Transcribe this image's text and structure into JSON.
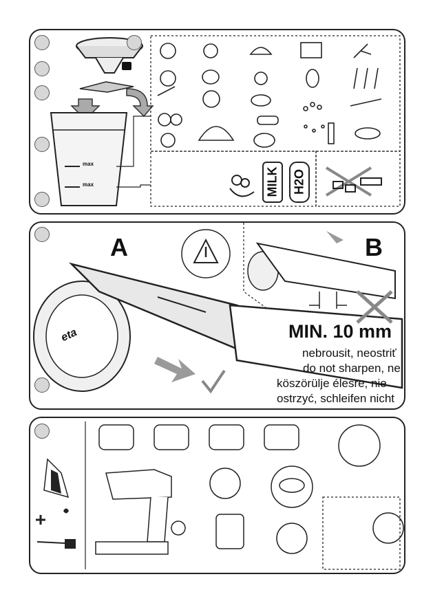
{
  "panel2": {
    "label_a": "A",
    "label_b": "B",
    "min_label": "MIN. 10 mm",
    "warning_lines": [
      "nebrousit, neostriť",
      "do not sharpen, ne",
      "köszörülje élesre, nie",
      "ostrzyć, schleifen nicht"
    ],
    "brand_logo": "eta"
  },
  "panel1": {
    "max_label_1": "max",
    "max_label_2": "max",
    "milk_label": "MILK",
    "water_label": "H2O"
  },
  "icons": [
    "lock-icon",
    "warning-icon",
    "checkmark-icon",
    "cross-icon",
    "arrow-icon",
    "drop-icon",
    "plus-icon"
  ],
  "colors": {
    "outline": "#222222",
    "badge_fill": "#d7d7d7",
    "arrow_gray": "#9a9a9a"
  }
}
